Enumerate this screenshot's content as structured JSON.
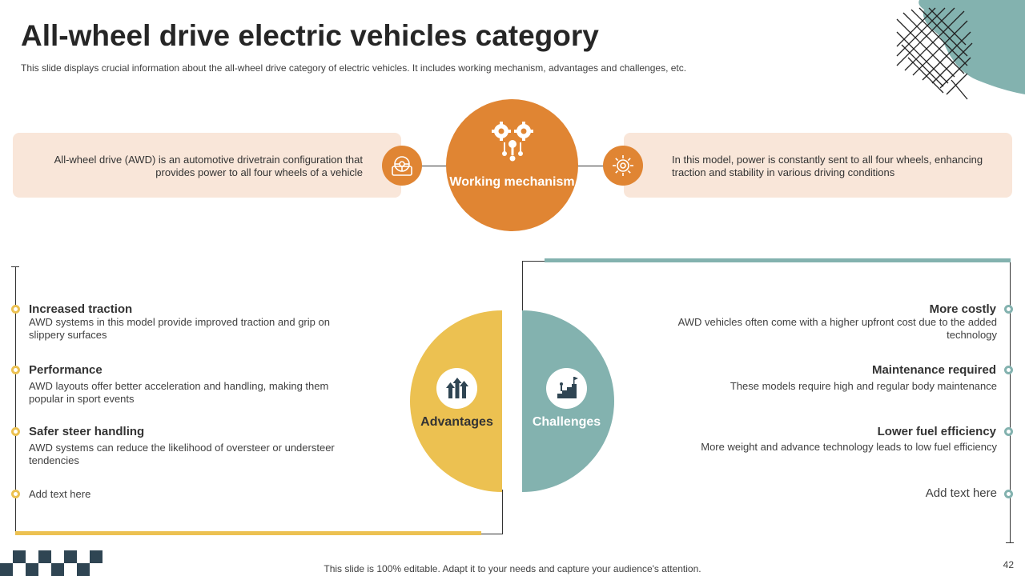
{
  "header": {
    "title": "All-wheel drive electric vehicles category",
    "subtitle": "This slide displays crucial information about the all-wheel drive category of electric vehicles. It includes working mechanism, advantages and challenges, etc."
  },
  "working": {
    "center_label": "Working mechanism",
    "center_icon": "gears-network-icon",
    "left_text": "All-wheel drive (AWD) is an automotive drivetrain configuration that provides power to all four wheels of a vehicle",
    "left_icon": "steering-wheel-icon",
    "right_text": "In this model, power is constantly sent to all four wheels, enhancing traction and stability in various driving conditions",
    "right_icon": "gear-settings-icon"
  },
  "advantages": {
    "label": "Advantages",
    "icon": "growth-arrows-icon",
    "items": [
      {
        "title": "Increased traction",
        "desc": "AWD systems in this model provide improved traction and grip on slippery surfaces"
      },
      {
        "title": "Performance",
        "desc": "AWD layouts offer better acceleration and handling, making them popular in sport events"
      },
      {
        "title": "Safer steer handling",
        "desc": "AWD systems can reduce the likelihood of oversteer or understeer tendencies"
      }
    ],
    "placeholder": "Add text here"
  },
  "challenges": {
    "label": "Challenges",
    "icon": "climbing-stairs-flag-icon",
    "items": [
      {
        "title": "More costly",
        "desc": "AWD vehicles often come with a higher upfront cost due to the added technology"
      },
      {
        "title": "Maintenance required",
        "desc": "These models require high and regular body maintenance"
      },
      {
        "title": "Lower fuel efficiency",
        "desc": "More weight and advance technology leads to low fuel efficiency"
      }
    ],
    "placeholder": "Add text here"
  },
  "footer": {
    "note": "This slide is 100% editable. Adapt it to your needs and capture your audience's attention.",
    "page_number": "42"
  },
  "colors": {
    "orange": "#e08533",
    "peach": "#f9e6d9",
    "yellow": "#ecc151",
    "teal": "#83b2af",
    "dark": "#262626",
    "navy_checker": "#2f4553"
  }
}
